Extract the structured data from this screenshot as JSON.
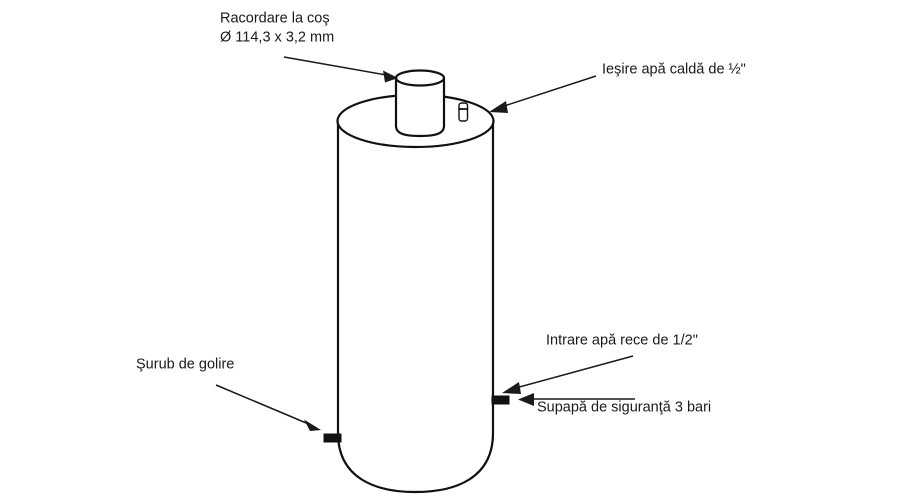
{
  "diagram": {
    "title": "Boiler / water heater tank technical diagram",
    "background_color": "#ffffff",
    "line_color": "#111111",
    "text_color": "#1a1a1a",
    "labels": {
      "flue_connection_line1": "Racordare la coş",
      "flue_connection_line2": "Ø 114,3 x 3,2 mm",
      "hot_water_outlet": "Ieşire apă caldă de ½\"",
      "cold_water_inlet": "Intrare apă rece de 1/2\"",
      "safety_valve": "Supapă de siguranţă 3 bari",
      "drain_screw": "Şurub de golire"
    },
    "parts": {
      "tank": "tank-body",
      "flue": "flue-pipe",
      "hot_outlet_fitting": "hot-water-outlet-fitting",
      "cold_inlet_nipple": "cold-water-inlet-nipple",
      "drain_nipple": "drain-screw-nipple"
    }
  }
}
